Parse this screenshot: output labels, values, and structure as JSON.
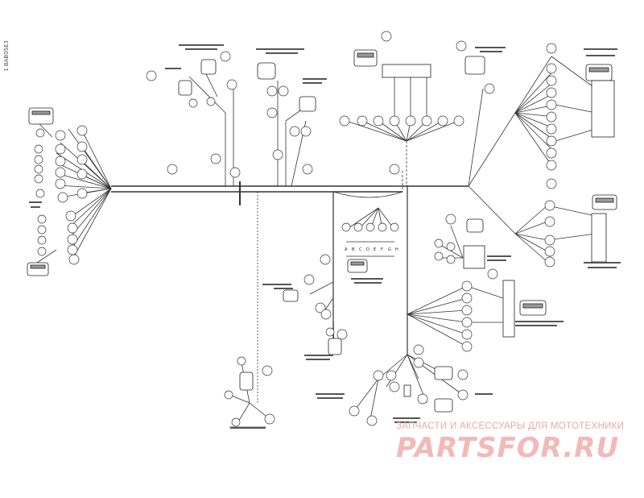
{
  "document": {
    "side_code": "1 BAB05E3",
    "center_connector_pins": [
      "A",
      "B",
      "C",
      "D",
      "E",
      "F",
      "G",
      "H"
    ]
  },
  "watermark": {
    "top_text": "ЗАПЧАСТИ И АКСЕССУАРЫ ДЛЯ МОТОТЕХНИКИ",
    "main_text": "PARTSFOR.RU",
    "color": "#f3b8b8"
  },
  "colors": {
    "line": "#333333",
    "ink": "#222222"
  }
}
